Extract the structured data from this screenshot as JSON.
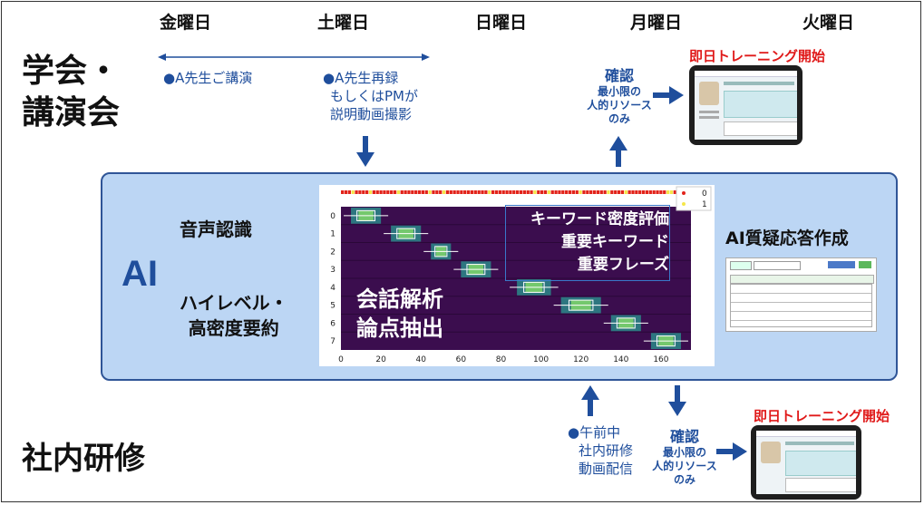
{
  "days": [
    "金曜日",
    "土曜日",
    "日曜日",
    "月曜日",
    "火曜日"
  ],
  "sections": {
    "conference": [
      "学会・",
      "講演会"
    ],
    "internal": "社内研修"
  },
  "notes": {
    "lecture": "●A先生ご講演",
    "rerecord": [
      "●A先生再録",
      "もしくはPMが",
      "説明動画撮影"
    ],
    "internal": [
      "●午前中",
      "社内研修",
      "動画配信"
    ]
  },
  "checks": {
    "top": {
      "title": "確認",
      "lines": [
        "最小限の",
        "人的リソース",
        "のみ"
      ]
    },
    "bottom": {
      "title": "確認",
      "lines": [
        "最小限の",
        "人的リソース",
        "のみ"
      ]
    }
  },
  "training_start": "即日トレーニング開始",
  "ai_panel": {
    "ai_label": "AI",
    "speech": "音声認識",
    "summary": [
      "ハイレベル・",
      "高密度要約"
    ],
    "qa": "AI質疑応答作成",
    "overlay_keywords": [
      "キーワード密度評価",
      "重要キーワード",
      "重要フレーズ"
    ],
    "overlay_analysis": [
      "会話解析",
      "論点抽出"
    ]
  },
  "chart_data": {
    "type": "heatmap",
    "xticks": [
      "0",
      "20",
      "40",
      "60",
      "80",
      "100",
      "120",
      "140",
      "160"
    ],
    "yticks": [
      "0",
      "1",
      "2",
      "3",
      "4",
      "5",
      "6",
      "7"
    ],
    "xlim": [
      0,
      175
    ],
    "ylim": [
      7.5,
      -0.5
    ],
    "legend": {
      "position": "top-right",
      "entries": [
        "0",
        "1"
      ]
    },
    "segments": [
      {
        "row": 0,
        "start": 5,
        "end": 20
      },
      {
        "row": 1,
        "start": 25,
        "end": 40
      },
      {
        "row": 2,
        "start": 45,
        "end": 55
      },
      {
        "row": 3,
        "start": 60,
        "end": 75
      },
      {
        "row": 4,
        "start": 88,
        "end": 105
      },
      {
        "row": 5,
        "start": 110,
        "end": 130
      },
      {
        "row": 6,
        "start": 135,
        "end": 150
      },
      {
        "row": 7,
        "start": 155,
        "end": 170
      }
    ]
  },
  "colors": {
    "accent_blue": "#1f4e9c",
    "panel": "#bcd6f4",
    "heat_bg": "#3b0d4e",
    "red": "#e01a1a"
  }
}
